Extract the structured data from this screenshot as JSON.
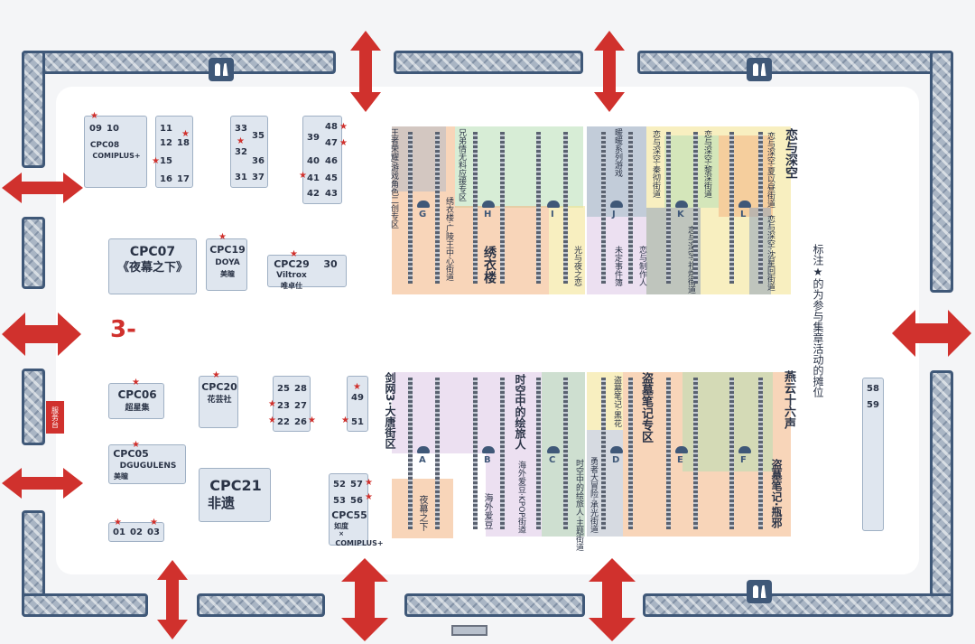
{
  "colors": {
    "wall": "#3f5878",
    "arrow": "#d0312d",
    "booth": "#dfe6ef",
    "star": "#d0312d"
  },
  "hall_label": "3-",
  "stage_label": "服务台",
  "legend_text": "标注★的为参与集章活动的摊位",
  "left_booths": {
    "b0910": {
      "n1": "09",
      "n2": "10",
      "name": "CPC08",
      "sub": "COMIPLUS+"
    },
    "b11": {
      "c": [
        "11",
        "12",
        "18",
        "15",
        "16",
        "17"
      ]
    },
    "b33": {
      "c": [
        "33",
        "35",
        "32",
        "36",
        "31",
        "37"
      ]
    },
    "b39": {
      "c": [
        "48",
        "39",
        "47",
        "40",
        "46",
        "41",
        "45",
        "42",
        "43"
      ]
    },
    "cpc07": {
      "code": "CPC07",
      "name": "《夜幕之下》"
    },
    "cpc19": {
      "code": "CPC19",
      "name": "DOYA",
      "sub": "美瞳"
    },
    "cpc29": {
      "code": "CPC29",
      "name": "Viltrox",
      "sub": "唯卓仕",
      "n": "30"
    },
    "cpc06": {
      "code": "CPC06",
      "name": "超星集"
    },
    "cpc20": {
      "code": "CPC20",
      "name": "花芸社"
    },
    "b25": {
      "c": [
        "25",
        "28",
        "23",
        "27",
        "22",
        "26"
      ]
    },
    "b49": {
      "c": [
        "49",
        "51"
      ]
    },
    "cpc05": {
      "code": "CPC05",
      "name": "DGUGULENS",
      "sub": "美瞳"
    },
    "cpc21": {
      "code": "CPC21",
      "name": "非遗"
    },
    "b01": {
      "c": [
        "01",
        "02",
        "03"
      ]
    },
    "cpc55": {
      "c": [
        "52",
        "57",
        "53",
        "56"
      ],
      "code": "CPC55",
      "name": "如度",
      "x": "×",
      "sub": "COMIPLUS+"
    },
    "b58": {
      "c": [
        "58",
        "59"
      ]
    }
  },
  "top_zones": {
    "G": {
      "letter": "G",
      "title": "王者荣耀/游戏角色二创专区"
    },
    "H": {
      "letter": "H",
      "title": "兄弟情无料应援专区",
      "sub": "绣衣楼·广陵王中心街道",
      "big": "绣衣楼"
    },
    "I": {
      "letter": "I",
      "title": "光与夜之恋"
    },
    "J": {
      "letter": "J",
      "title": "暖暖系列游戏",
      "sub": "未定事件簿",
      "sub2": "恋与制作人"
    },
    "K": {
      "letter": "K",
      "title": "恋与深空·秦彻街道",
      "sub": "恋与深空·黎深街道",
      "sub2": "恋与深空·祁煜街道"
    },
    "L": {
      "letter": "L",
      "title": "恋与深空",
      "sub": "恋与深空·夏以昼街道",
      "sub2": "恋与深空·沈星回街道"
    }
  },
  "bottom_zones": {
    "A": {
      "letter": "A",
      "title": "剑网3·大唐街区",
      "sub": "夜幕之下"
    },
    "B": {
      "letter": "B",
      "title": "时空中的绘旅人",
      "sub": "海外爱豆"
    },
    "C": {
      "letter": "C",
      "title": "海外爱豆·KPOP街道",
      "sub": "时空中的绘旅人·主题街道"
    },
    "D": {
      "letter": "D",
      "title": "盗墓笔记专区",
      "sub": "勇者大冒险·承光街道",
      "sub2": "盗墓笔记·黑花"
    },
    "E": {
      "letter": "E",
      "title": "燕云十六声"
    },
    "F": {
      "letter": "F",
      "title": "盗墓笔记·瓶邪"
    }
  },
  "icons": {
    "arrow": "double-arrow-icon",
    "restroom": "restroom-icon",
    "star": "star-icon",
    "marker": "zone-marker-icon"
  }
}
